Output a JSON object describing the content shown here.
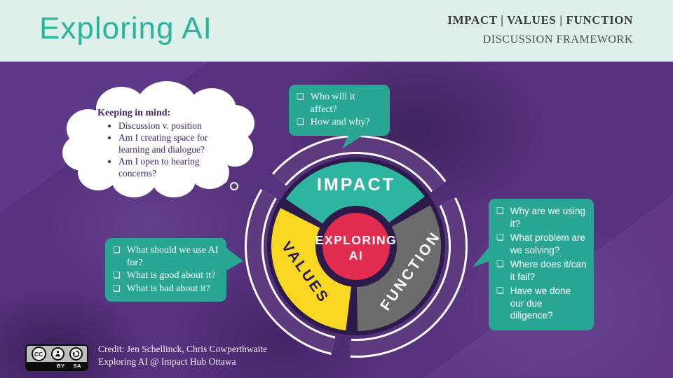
{
  "header": {
    "title": "Exploring AI",
    "subtitle_line1": "IMPACT | VALUES | FUNCTION",
    "subtitle_line2": "DISCUSSION FRAMEWORK"
  },
  "thought_cloud": {
    "heading": "Keeping in mind:",
    "items": [
      "Discussion v. position",
      "Am I creating space for learning and dialogue?",
      "Am I open to hearing concerns?"
    ]
  },
  "bubbles": {
    "impact": {
      "items": [
        "Who will it affect?",
        "How and why?"
      ]
    },
    "values": {
      "items": [
        "What should we use AI for?",
        "What is good about it?",
        "What is bad about it?"
      ]
    },
    "function": {
      "items": [
        "Why are we using it?",
        "What problem are we solving?",
        "Where does it/can it fail?",
        "Have we done our due diligence?"
      ]
    }
  },
  "diagram": {
    "center_line1": "EXPLORING",
    "center_line2": "AI",
    "segments": [
      {
        "label": "IMPACT",
        "color": "#2eb5a0"
      },
      {
        "label": "VALUES",
        "color": "#f8d823"
      },
      {
        "label": "FUNCTION",
        "color": "#6c6c6c"
      }
    ],
    "center_color": "#e22c50",
    "ring_color": "#5d3b7e",
    "divider_color": "#2c1a4a"
  },
  "footer": {
    "credit_line1": "Credit: Jen Schellinck, Chris Cowperthwaite",
    "credit_line2": "Exploring AI @ Impact Hub Ottawa",
    "license": {
      "cc": "CC",
      "by": "BY",
      "sa": "SA"
    }
  },
  "icons": {
    "checkbox_glyph": "❏"
  },
  "colors": {
    "header_bg": "#def0ea",
    "title_teal": "#2bb49c",
    "body_purple": "#57327e",
    "bubble_teal": "#2aa794"
  }
}
